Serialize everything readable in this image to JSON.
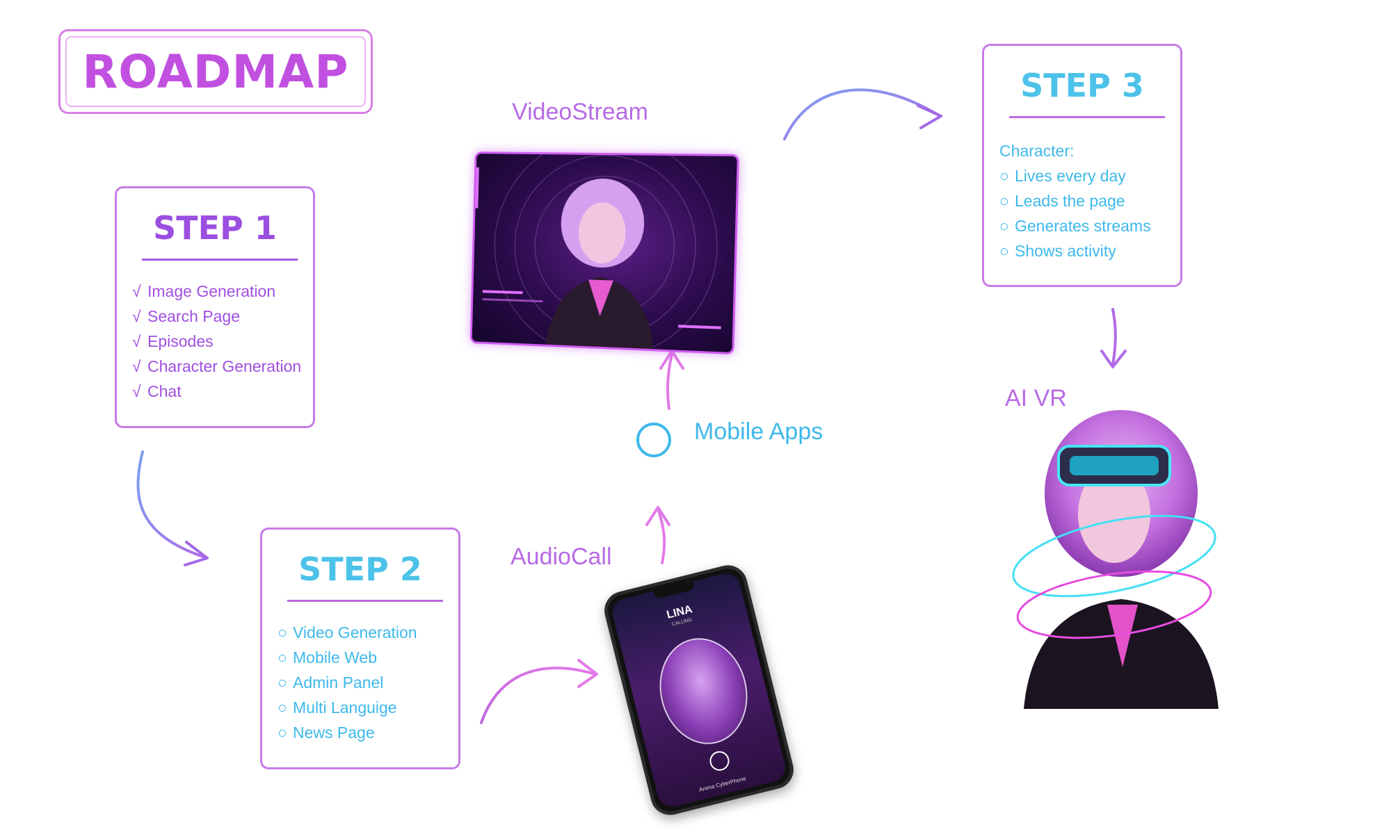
{
  "title": "ROADMAP",
  "labels": {
    "videostream": "VideoStream",
    "audiocall": "AudioCall",
    "mobile_apps": "Mobile Apps",
    "ai_vr": "AI VR"
  },
  "steps": [
    {
      "title": "STEP 1",
      "marker": "√",
      "items": [
        "Image Generation",
        "Search Page",
        "Episodes",
        "Character Generation",
        "Chat"
      ]
    },
    {
      "title": "STEP 2",
      "marker": "○",
      "items": [
        "Video Generation",
        "Mobile Web",
        "Admin Panel",
        "Multi Languige",
        "News Page"
      ]
    },
    {
      "title": "STEP 3",
      "heading": "Character:",
      "marker": "○",
      "items": [
        "Lives every day",
        "Leads the page",
        "Generates streams",
        "Shows activity"
      ]
    }
  ],
  "phone": {
    "name": "LINA",
    "status": "CALLING",
    "brand": "Anima CyberPhone"
  },
  "colors": {
    "purple": "#a04fe0",
    "magenta": "#c150e0",
    "cyan": "#3eb8ea",
    "card_border": "#c87ae6"
  }
}
